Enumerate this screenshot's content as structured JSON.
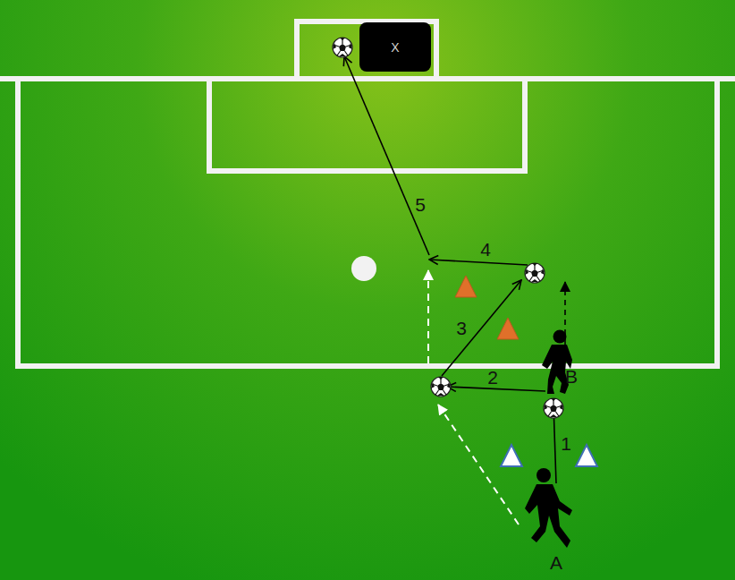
{
  "diagram": {
    "nodes": [
      {
        "text": [
          "X"
        ]
      }
    ],
    "labels": [
      "5",
      "4",
      "3",
      "2",
      "1",
      "B",
      "A"
    ]
  }
}
